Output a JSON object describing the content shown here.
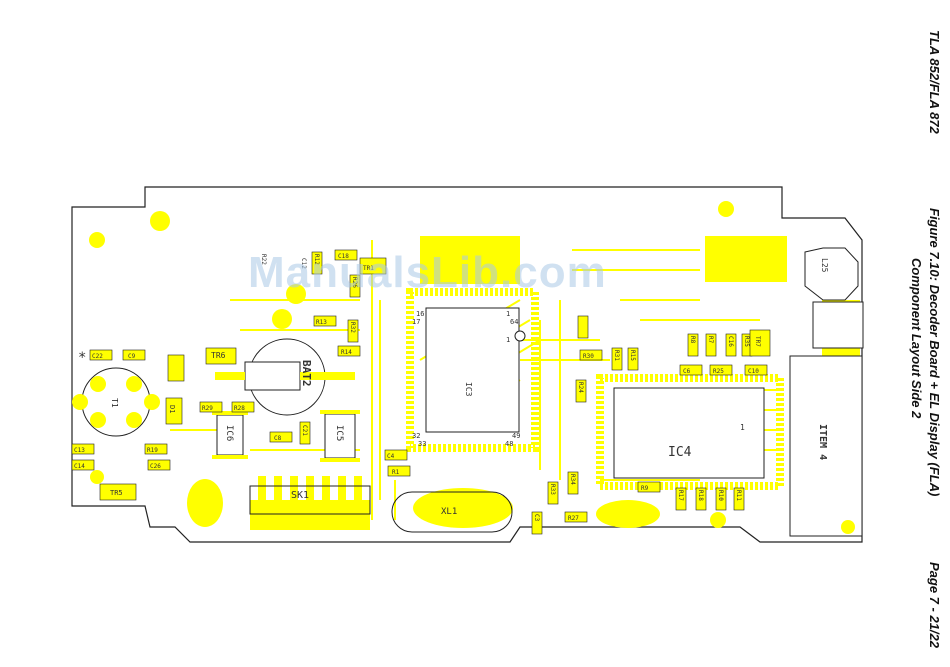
{
  "document": {
    "model": "TLA 852/FLA 872",
    "figure_title": "Figure 7.10: Decoder Board + EL Display (FLA)",
    "figure_subtitle": "Component Layout Side 2",
    "page": "Page 7 - 21/22"
  },
  "watermark": "ManualsLib.com",
  "colors": {
    "copper": "#ffff00",
    "outline": "#222222",
    "text": "#111111"
  },
  "components": {
    "bat2": "BAT2",
    "ic3": "IC3",
    "ic4": "IC4",
    "ic5": "IC5",
    "ic6": "IC6",
    "sk1": "SK1",
    "xl1": "XL1",
    "item4": "ITEM 4",
    "t1": "T1",
    "d1": "D1",
    "l25": "L25",
    "tr6": "TR6",
    "tr5": "TR5",
    "tr1": "TR1",
    "tr7": "TR7",
    "star": "*",
    "pins": {
      "p16": "16",
      "p1a": "1",
      "p64": "64",
      "p17": "17",
      "p1b": "1",
      "p32": "32",
      "p33": "33",
      "p48": "48",
      "p49": "49",
      "ic4_1": "1"
    }
  },
  "refs": [
    "C22",
    "C9",
    "C13",
    "C14",
    "C26",
    "R19",
    "R29",
    "R28",
    "C8",
    "C18",
    "R12",
    "R22",
    "R26",
    "C12",
    "R13",
    "R14",
    "R32",
    "C4",
    "R1",
    "C3",
    "R27",
    "R30",
    "R31",
    "R15",
    "R24",
    "R33",
    "R34",
    "C6",
    "R25",
    "C10",
    "R8",
    "R7",
    "C16",
    "R35",
    "R17",
    "R18",
    "R10",
    "R11",
    "R9",
    "C21"
  ]
}
